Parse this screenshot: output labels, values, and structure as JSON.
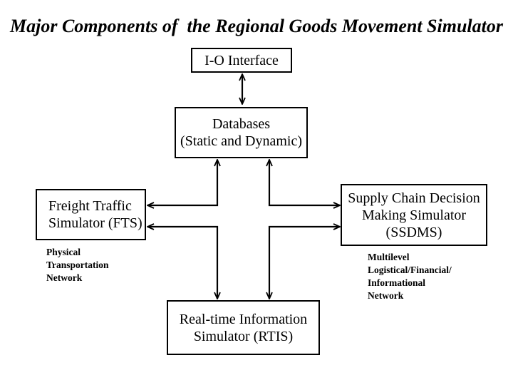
{
  "colors": {
    "background": "#ffffff",
    "line": "#000000",
    "text": "#000000"
  },
  "title": "Major Components of  the Regional Goods Movement Simulator",
  "boxes": {
    "io_interface": {
      "label": "I-O Interface"
    },
    "databases": {
      "label": "Databases\n(Static and Dynamic)"
    },
    "fts": {
      "label": "Freight Traffic\nSimulator (FTS)"
    },
    "ssdms": {
      "label": "Supply Chain Decision\nMaking Simulator\n(SSDMS)"
    },
    "rtis": {
      "label": "Real-time Information\nSimulator (RTIS)"
    }
  },
  "annotations": {
    "fts_network": "Physical\nTransportation\nNetwork",
    "ssdms_network": "Multilevel\nLogistical/Financial/\nInformational\nNetwork"
  },
  "connectors": [
    {
      "from": "I-O Interface",
      "to": "Databases (Static and Dynamic)",
      "bidirectional": true
    },
    {
      "from": "Databases (Static and Dynamic)",
      "to": "Freight Traffic Simulator (FTS)",
      "bidirectional": true
    },
    {
      "from": "Databases (Static and Dynamic)",
      "to": "Supply Chain Decision Making Simulator (SSDMS)",
      "bidirectional": true
    },
    {
      "from": "Freight Traffic Simulator (FTS)",
      "to": "Real-time Information Simulator (RTIS)",
      "bidirectional": true
    },
    {
      "from": "Supply Chain Decision Making Simulator (SSDMS)",
      "to": "Real-time Information Simulator (RTIS)",
      "bidirectional": true
    }
  ]
}
